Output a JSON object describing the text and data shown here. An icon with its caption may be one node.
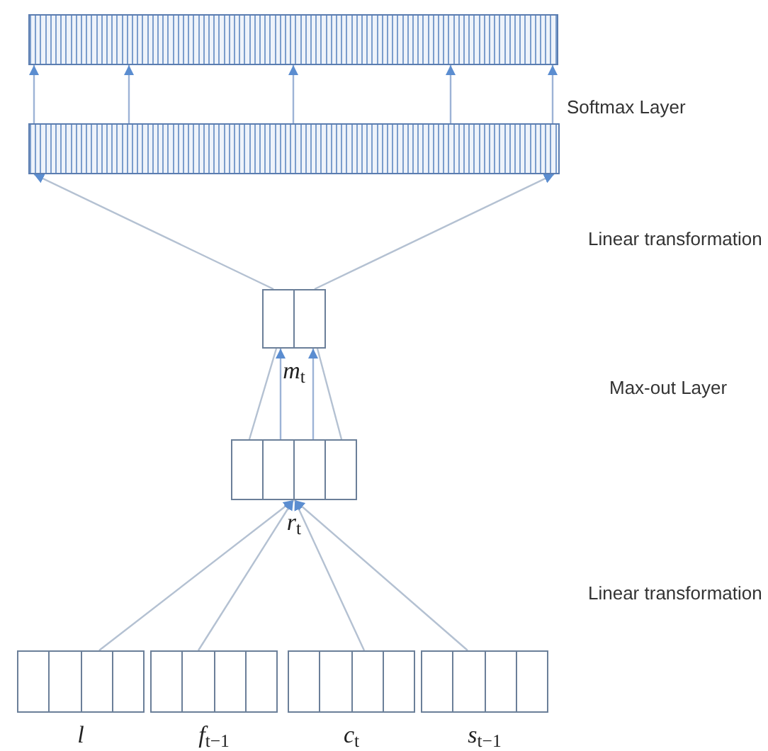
{
  "diagram": {
    "nodes": [
      {
        "text": [],
        "shape": "bar"
      },
      {
        "text": [],
        "shape": "bar"
      },
      {
        "text": [],
        "shape": "box",
        "beside": [
          "*m*$_{t}$"
        ]
      },
      {
        "text": [],
        "shape": "box",
        "beside": [
          "*r*$_{t}$"
        ]
      },
      {
        "text": [],
        "shape": "box",
        "beside": [
          "*l*"
        ]
      },
      {
        "text": [],
        "shape": "box",
        "beside": [
          "*f*$_{t−1}$"
        ]
      },
      {
        "text": [],
        "shape": "box",
        "beside": [
          "*c*$_{t}$"
        ]
      },
      {
        "text": [],
        "shape": "box",
        "beside": [
          "*s*$_{t−1}$"
        ]
      }
    ],
    "edges": [
      {
        "from": 1,
        "to": 0,
        "arrow": "to"
      },
      {
        "from": 1,
        "to": 0,
        "arrow": "to"
      },
      {
        "from": 1,
        "to": 0,
        "arrow": "to"
      },
      {
        "from": 1,
        "to": 0,
        "arrow": "to"
      },
      {
        "from": 1,
        "to": 0,
        "arrow": "to"
      },
      {
        "from": 2,
        "to": 1,
        "arrow": "to"
      },
      {
        "from": 2,
        "to": 1,
        "arrow": "to"
      },
      {
        "from": 3,
        "to": 2,
        "arrow": "none"
      },
      {
        "from": 3,
        "to": 2,
        "arrow": "to"
      },
      {
        "from": 3,
        "to": 2,
        "arrow": "to"
      },
      {
        "from": 3,
        "to": 2,
        "arrow": "none"
      },
      {
        "from": 4,
        "to": 3,
        "arrow": "to"
      },
      {
        "from": 5,
        "to": 3,
        "arrow": "to"
      },
      {
        "from": 6,
        "to": 3,
        "arrow": "to"
      },
      {
        "from": 7,
        "to": 3,
        "arrow": "to"
      }
    ],
    "labels": [
      "Softmax Layer",
      "Linear transformation",
      "Max-out Layer",
      "Linear transformation"
    ]
  }
}
